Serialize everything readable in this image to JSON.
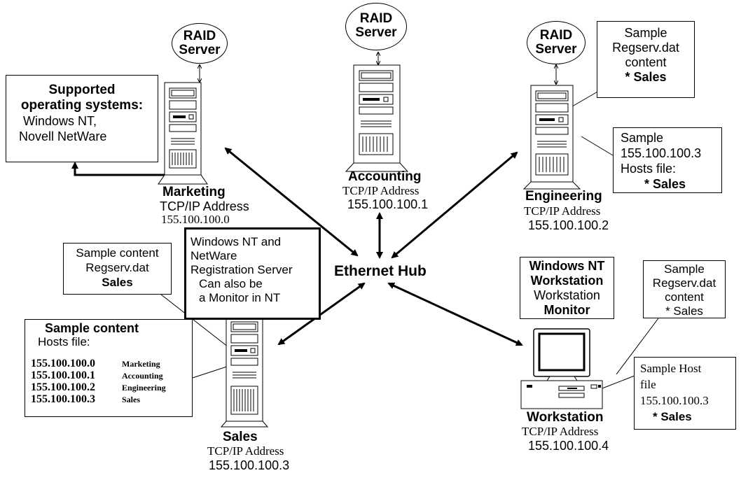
{
  "hub": {
    "label": "Ethernet Hub"
  },
  "raid_servers": [
    {
      "line1": "RAID",
      "line2": "Server"
    },
    {
      "line1": "RAID",
      "line2": "Server"
    },
    {
      "line1": "RAID",
      "line2": "Server"
    }
  ],
  "marketing": {
    "name": "Marketing",
    "addr_label": "TCP/IP Address",
    "ip": "155.100.100.0"
  },
  "accounting": {
    "name": "Accounting",
    "addr_label": "TCP/IP Address",
    "ip": "155.100.100.1"
  },
  "engineering": {
    "name": "Engineering",
    "addr_label": "TCP/IP Address",
    "ip": "155.100.100.2"
  },
  "sales": {
    "name": "Sales",
    "addr_label": "TCP/IP Address",
    "ip": "155.100.100.3"
  },
  "workstation": {
    "name": "Workstation",
    "addr_label": "TCP/IP Address",
    "ip": "155.100.100.4"
  },
  "supported_os": {
    "line1": "Supported",
    "line2": "operating systems:",
    "line3": "Windows NT,",
    "line4": "Novell NetWare"
  },
  "registration_server": {
    "line1": "Windows NT and",
    "line2": "NetWare",
    "line3": "Registration Server",
    "line4": "Can also be",
    "line5": "a  Monitor in NT"
  },
  "sales_regserv_note": {
    "line1": "Sample content",
    "line2": "Regserv.dat",
    "line3": "Sales"
  },
  "sales_hosts_note": {
    "title": "Sample content",
    "subtitle": "Hosts file:",
    "rows": [
      {
        "ip": "155.100.100.0",
        "name": "Marketing"
      },
      {
        "ip": "155.100.100.1",
        "name": "Accounting"
      },
      {
        "ip": "155.100.100.2",
        "name": "Engineering"
      },
      {
        "ip": "155.100.100.3",
        "name": "Sales"
      }
    ]
  },
  "eng_regserv_note": {
    "line1": "Sample",
    "line2": "Regserv.dat",
    "line3": "content",
    "line4": "*  Sales"
  },
  "eng_hosts_note": {
    "line1": "Sample",
    "line2": "155.100.100.3",
    "line3": "Hosts file:",
    "line4": "*  Sales"
  },
  "ws_label_box": {
    "line1": "Windows NT",
    "line2": "Workstation",
    "line3": "Workstation",
    "line4": "Monitor"
  },
  "ws_regserv_note": {
    "line1": "Sample",
    "line2": "Regserv.dat",
    "line3": "content",
    "line4": "*  Sales"
  },
  "ws_hosts_note": {
    "line1": "Sample Host",
    "line2": "file",
    "line3": "155.100.100.3",
    "line4": "*  Sales"
  }
}
